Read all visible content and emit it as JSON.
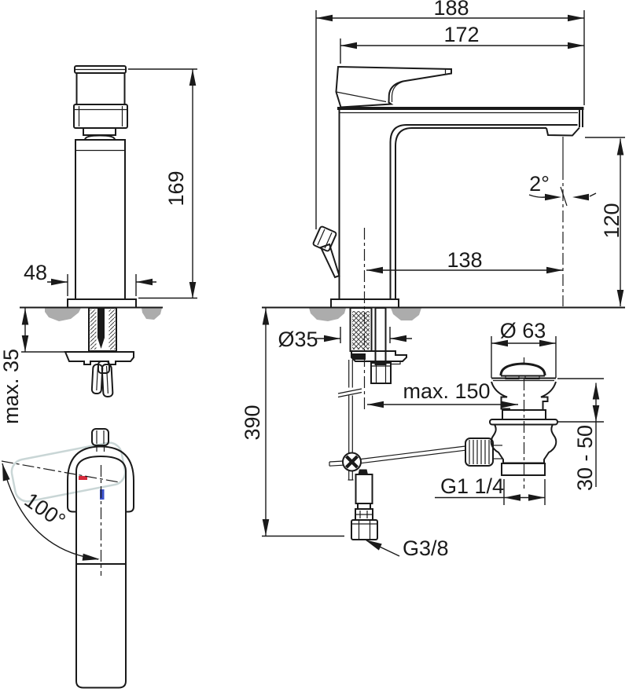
{
  "drawing": {
    "title": "basin mixer technical dimension drawing",
    "views": [
      "front-view",
      "side-view",
      "top-view",
      "under-counter-detail",
      "pop-up-waste-detail"
    ]
  },
  "dims": {
    "overall_depth": "188",
    "spout_depth": "172",
    "body_height": "169",
    "base_width": "48",
    "max_deck_thickness": "max. 35",
    "hole_diameter": "Ø35",
    "hose_length": "390",
    "spout_height": "120",
    "spout_reach": "138",
    "stream_angle": "2°",
    "max_rod_reach": "max. 150",
    "waste_flange_diameter": "Ø 63",
    "waste_deck_range": "30 - 50",
    "waste_thread": "G1 1/4",
    "supply_thread": "G3/8",
    "handle_swivel_angle": "100°"
  },
  "colors": {
    "line": "#1a1a1a",
    "deck_gray": "#acacac",
    "hot_indicator": "#d62b3c",
    "cold_indicator": "#3a50c8",
    "ghost_outline": "#c9d6d6",
    "background": "#ffffff"
  }
}
